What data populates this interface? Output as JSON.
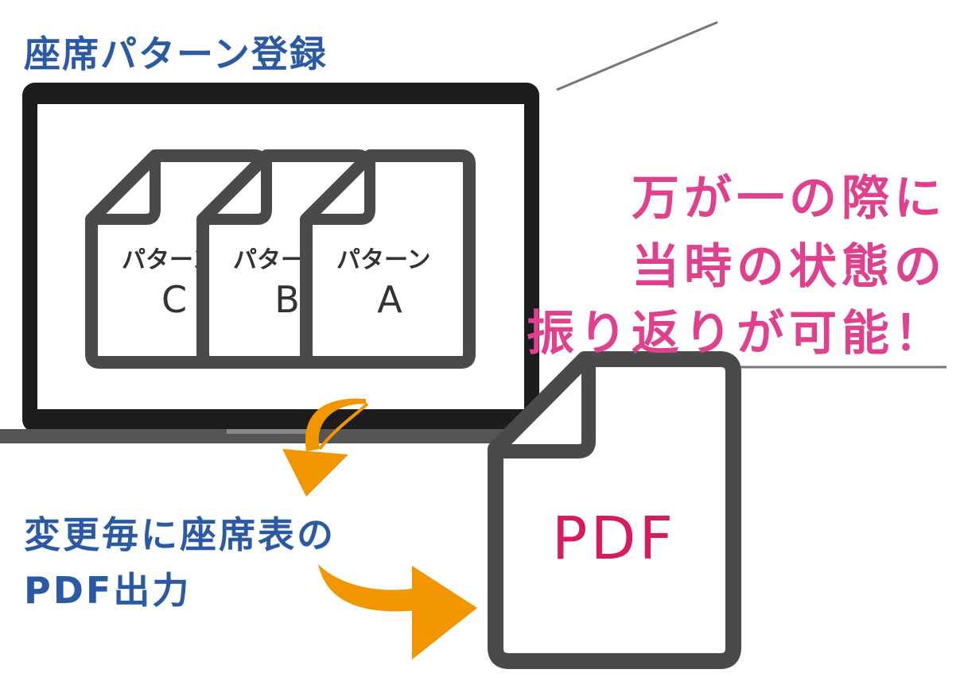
{
  "title": "座席パターン登録",
  "message": {
    "line1": "万が一の際に",
    "line2": "当時の状態の",
    "line3": "振り返りが可能！"
  },
  "bottom_label": {
    "line1": "変更毎に座席表の",
    "line2": "PDF出力"
  },
  "documents": [
    {
      "name": "パターン",
      "letter": "C"
    },
    {
      "name": "パターン",
      "letter": "B"
    },
    {
      "name": "パターン",
      "letter": "A"
    }
  ],
  "pdf_label": "PDF",
  "colors": {
    "title_blue": "#2b5aa4",
    "message_pink": "#e0418f",
    "pdf_red": "#d81b60",
    "arrow_orange": "#f29600",
    "icon_gray": "#4a4a4a",
    "laptop_black": "#1c1c1c"
  }
}
